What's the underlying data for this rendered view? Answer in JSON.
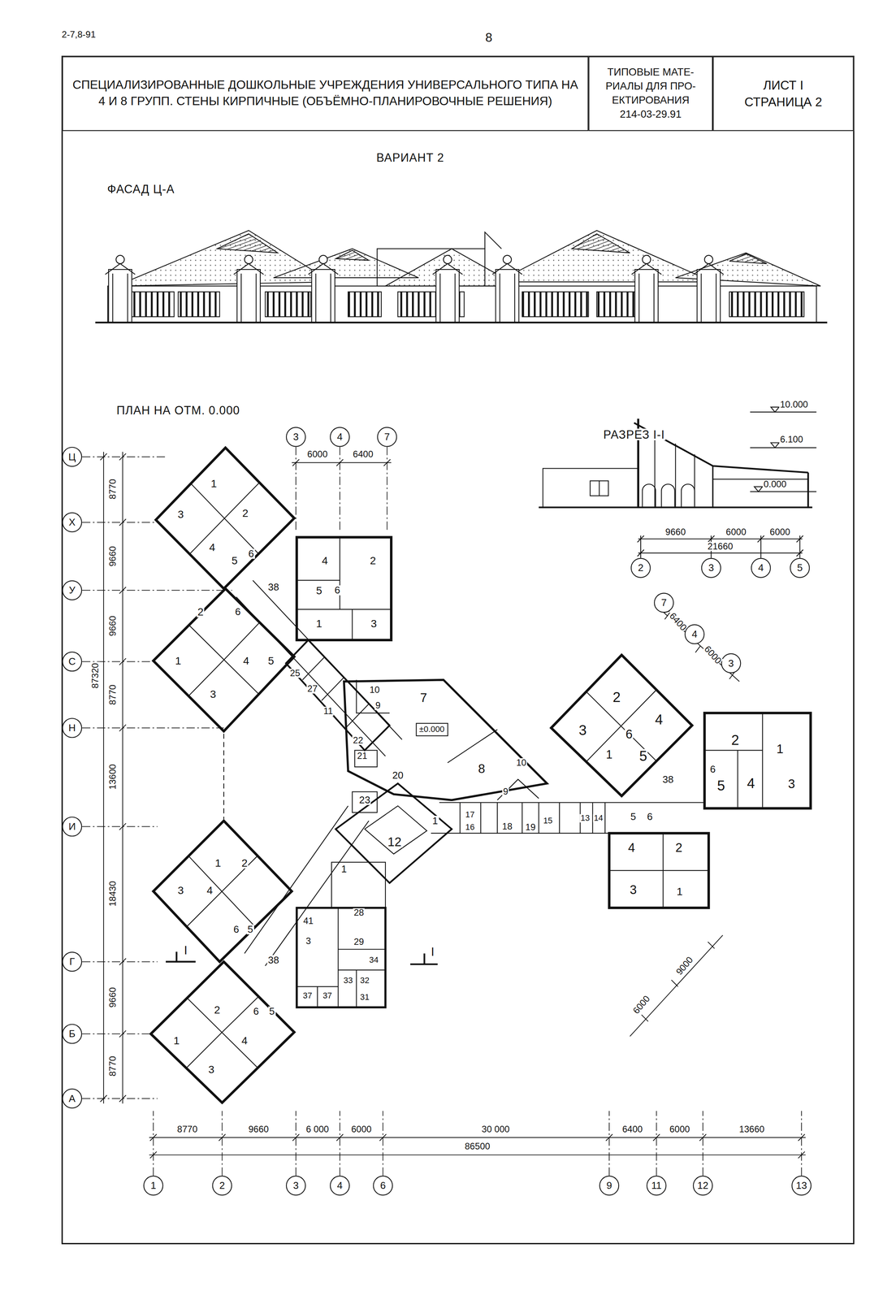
{
  "diagram": {
    "nodes": [
      {
        "text": [
          "СПЕЦИАЛИЗИРОВАННЫЕ ДОШКОЛЬНЫЕ УЧРЕЖДЕНИЯ УНИВЕРСАЛЬНОГО ТИПА НА 4 И 8 ГРУПП. СТЕНЫ КИРПИЧНЫЕ (ОБЪЁМНО-ПЛАНИРОВОЧНЫЕ РЕШЕНИЯ)"
        ]
      },
      {
        "text": [
          "ТИПОВЫЕ МАТЕ- РИАЛЫ ДЛЯ ПРО- ЕКТИРОВАНИЯ",
          "214-03-29.91"
        ]
      },
      {
        "text": [
          "ЛИСТ I",
          "СТРАНИЦА 2"
        ]
      },
      {
        "text": [
          "Ц"
        ]
      },
      {
        "text": [
          "Х"
        ]
      },
      {
        "text": [
          "У"
        ]
      },
      {
        "text": [
          "С"
        ]
      },
      {
        "text": [
          "Н"
        ]
      },
      {
        "text": [
          "И"
        ]
      },
      {
        "text": [
          "Г"
        ]
      },
      {
        "text": [
          "Б"
        ]
      },
      {
        "text": [
          "А"
        ]
      },
      {
        "text": [
          "1"
        ]
      },
      {
        "text": [
          "2"
        ]
      },
      {
        "text": [
          "3"
        ]
      },
      {
        "text": [
          "4"
        ]
      },
      {
        "text": [
          "6"
        ]
      },
      {
        "text": [
          "9"
        ]
      },
      {
        "text": [
          "11"
        ]
      },
      {
        "text": [
          "12"
        ]
      },
      {
        "text": [
          "13"
        ]
      },
      {
        "text": [
          "3"
        ]
      },
      {
        "text": [
          "4"
        ]
      },
      {
        "text": [
          "7"
        ]
      },
      {
        "text": [
          "2"
        ]
      },
      {
        "text": [
          "3"
        ]
      },
      {
        "text": [
          "4"
        ]
      },
      {
        "text": [
          "5"
        ]
      },
      {
        "text": [
          "7"
        ]
      },
      {
        "text": [
          "4"
        ]
      },
      {
        "text": [
          "3"
        ]
      }
    ],
    "labels": [
      "2-7,8-91",
      "8",
      "ВАРИАНТ 2",
      "ФАСАД Ц-А",
      "ПЛАН НА ОТМ. 0.000",
      "РАЗРЕЗ I-I",
      "10.000",
      "6.100",
      "0.000",
      "9660",
      "6000",
      "6000",
      "21660",
      "6000",
      "6400",
      "8770",
      "9660",
      "9660",
      "8770",
      "13600",
      "18430",
      "9660",
      "8770",
      "87320",
      "8770",
      "9660",
      "6 000",
      "6000",
      "30 000",
      "86500",
      "6400",
      "6000",
      "13660",
      "6400",
      "6000",
      "6000",
      "9000",
      "1",
      "2",
      "3",
      "4",
      "5",
      "6",
      "4",
      "2",
      "5",
      "6",
      "1",
      "3",
      "38",
      "2",
      "6",
      "1",
      "4",
      "5",
      "3",
      "25",
      "27",
      "11",
      "22",
      "21",
      "20",
      "23",
      "10",
      "9",
      "7",
      "±0.000",
      "8",
      "10",
      "9",
      "1",
      "17",
      "16",
      "18",
      "19",
      "15",
      "13",
      "14",
      "2",
      "4",
      "3",
      "6",
      "5",
      "1",
      "38",
      "2",
      "1",
      "6",
      "4",
      "5",
      "3",
      "5",
      "6",
      "2",
      "4",
      "3",
      "1",
      "12",
      "1",
      "28",
      "41",
      "3",
      "29",
      "34",
      "33",
      "32",
      "31",
      "37",
      "37",
      "1",
      "2",
      "3",
      "4",
      "6",
      "5",
      "38",
      "2",
      "5",
      "6",
      "1",
      "4",
      "3",
      "I",
      "I"
    ]
  }
}
